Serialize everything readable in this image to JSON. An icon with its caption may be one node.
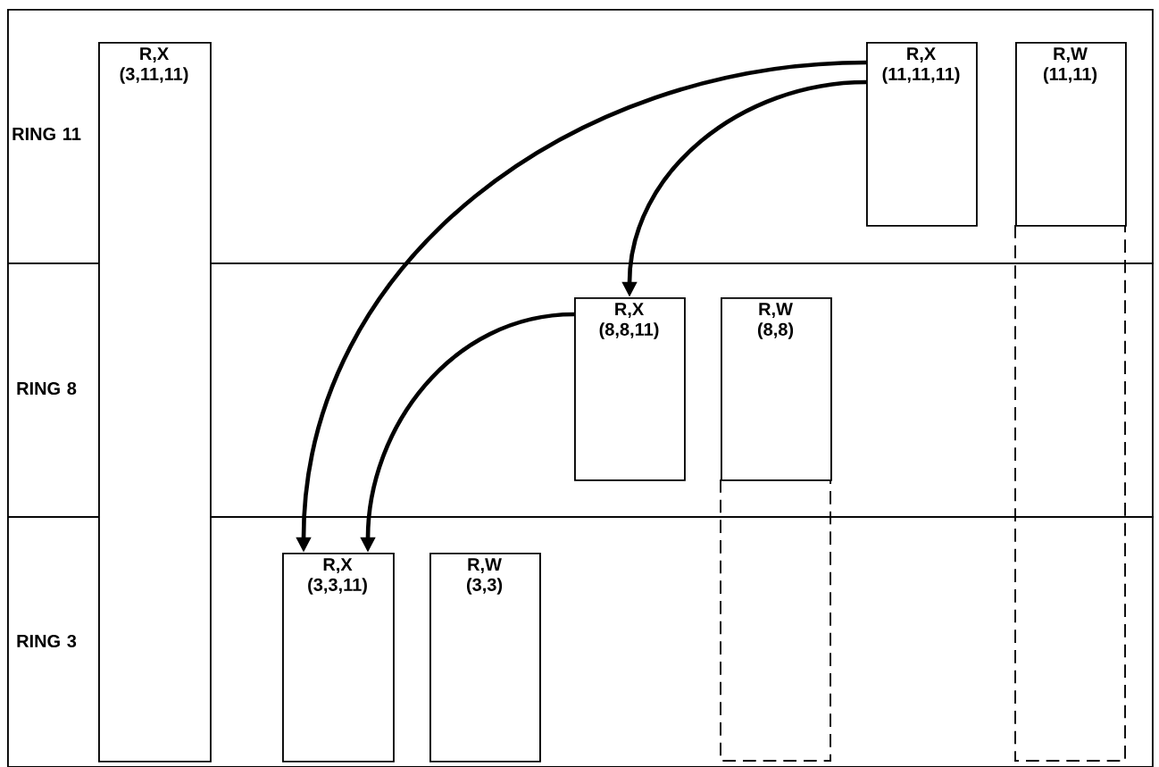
{
  "diagram": {
    "nodes": [
      {
        "text": [
          "RING 11"
        ]
      },
      {
        "text": [
          "RING 8"
        ]
      },
      {
        "text": [
          "RING 3"
        ]
      },
      {
        "text": [
          "R,X",
          "(3,11,11)"
        ]
      },
      {
        "text": [
          "R,X",
          "(11,11,11)"
        ],
        "in": 0
      },
      {
        "text": [
          "R,W",
          "(11,11)"
        ],
        "in": 0
      },
      {
        "text": [
          "R,X",
          "(8,8,11)"
        ],
        "in": 1
      },
      {
        "text": [
          "R,W",
          "(8,8)"
        ],
        "in": 1
      },
      {
        "text": [
          "R,X",
          "(3,3,11)"
        ],
        "in": 2
      },
      {
        "text": [
          "R,W",
          "(3,3)"
        ],
        "in": 2
      }
    ],
    "edges": [
      {
        "from": 4,
        "to": 8,
        "arrow": "to"
      },
      {
        "from": 4,
        "to": 6,
        "arrow": "to"
      },
      {
        "from": 6,
        "to": 8,
        "arrow": "to"
      }
    ]
  }
}
